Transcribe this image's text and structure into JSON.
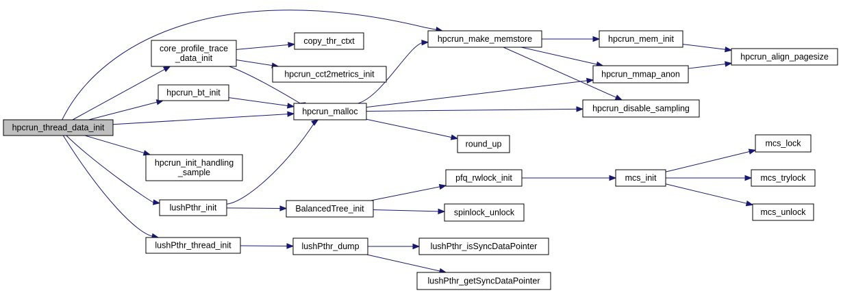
{
  "graph": {
    "edge_color": "#191970",
    "root_fill": "#bfbfbf",
    "nodes": [
      {
        "id": "hpcrun_thread_data_init",
        "lines": [
          "hpcrun_thread_data_init"
        ],
        "root": true
      },
      {
        "id": "core_profile_trace_data_init",
        "lines": [
          "core_profile_trace",
          "_data_init"
        ]
      },
      {
        "id": "hpcrun_bt_init",
        "lines": [
          "hpcrun_bt_init"
        ]
      },
      {
        "id": "hpcrun_init_handling_sample",
        "lines": [
          "hpcrun_init_handling",
          "_sample"
        ]
      },
      {
        "id": "lushPthr_init",
        "lines": [
          "lushPthr_init"
        ]
      },
      {
        "id": "lushPthr_thread_init",
        "lines": [
          "lushPthr_thread_init"
        ]
      },
      {
        "id": "copy_thr_ctxt",
        "lines": [
          "copy_thr_ctxt"
        ]
      },
      {
        "id": "hpcrun_cct2metrics_init",
        "lines": [
          "hpcrun_cct2metrics_init"
        ]
      },
      {
        "id": "hpcrun_malloc",
        "lines": [
          "hpcrun_malloc"
        ]
      },
      {
        "id": "BalancedTree_init",
        "lines": [
          "BalancedTree_init"
        ]
      },
      {
        "id": "lushPthr_dump",
        "lines": [
          "lushPthr_dump"
        ]
      },
      {
        "id": "hpcrun_make_memstore",
        "lines": [
          "hpcrun_make_memstore"
        ]
      },
      {
        "id": "round_up",
        "lines": [
          "round_up"
        ]
      },
      {
        "id": "pfq_rwlock_init",
        "lines": [
          "pfq_rwlock_init"
        ]
      },
      {
        "id": "spinlock_unlock",
        "lines": [
          "spinlock_unlock"
        ]
      },
      {
        "id": "lushPthr_isSyncDataPointer",
        "lines": [
          "lushPthr_isSyncDataPointer"
        ]
      },
      {
        "id": "lushPthr_getSyncDataPointer",
        "lines": [
          "lushPthr_getSyncDataPointer"
        ]
      },
      {
        "id": "hpcrun_mem_init",
        "lines": [
          "hpcrun_mem_init"
        ]
      },
      {
        "id": "hpcrun_mmap_anon",
        "lines": [
          "hpcrun_mmap_anon"
        ]
      },
      {
        "id": "hpcrun_disable_sampling",
        "lines": [
          "hpcrun_disable_sampling"
        ]
      },
      {
        "id": "mcs_init",
        "lines": [
          "mcs_init"
        ]
      },
      {
        "id": "hpcrun_align_pagesize",
        "lines": [
          "hpcrun_align_pagesize"
        ]
      },
      {
        "id": "mcs_lock",
        "lines": [
          "mcs_lock"
        ]
      },
      {
        "id": "mcs_trylock",
        "lines": [
          "mcs_trylock"
        ]
      },
      {
        "id": "mcs_unlock",
        "lines": [
          "mcs_unlock"
        ]
      }
    ],
    "edges": [
      [
        "hpcrun_thread_data_init",
        "hpcrun_make_memstore"
      ],
      [
        "hpcrun_thread_data_init",
        "core_profile_trace_data_init"
      ],
      [
        "hpcrun_thread_data_init",
        "hpcrun_bt_init"
      ],
      [
        "hpcrun_thread_data_init",
        "hpcrun_malloc"
      ],
      [
        "hpcrun_thread_data_init",
        "hpcrun_init_handling_sample"
      ],
      [
        "hpcrun_thread_data_init",
        "lushPthr_init"
      ],
      [
        "hpcrun_thread_data_init",
        "lushPthr_thread_init"
      ],
      [
        "core_profile_trace_data_init",
        "copy_thr_ctxt"
      ],
      [
        "core_profile_trace_data_init",
        "hpcrun_cct2metrics_init"
      ],
      [
        "core_profile_trace_data_init",
        "hpcrun_malloc"
      ],
      [
        "hpcrun_bt_init",
        "hpcrun_malloc"
      ],
      [
        "lushPthr_init",
        "hpcrun_malloc"
      ],
      [
        "lushPthr_init",
        "BalancedTree_init"
      ],
      [
        "lushPthr_thread_init",
        "lushPthr_dump"
      ],
      [
        "hpcrun_malloc",
        "hpcrun_make_memstore"
      ],
      [
        "hpcrun_malloc",
        "hpcrun_mmap_anon"
      ],
      [
        "hpcrun_malloc",
        "hpcrun_disable_sampling"
      ],
      [
        "hpcrun_malloc",
        "round_up"
      ],
      [
        "hpcrun_make_memstore",
        "hpcrun_mem_init"
      ],
      [
        "hpcrun_make_memstore",
        "hpcrun_mmap_anon"
      ],
      [
        "hpcrun_make_memstore",
        "hpcrun_disable_sampling"
      ],
      [
        "hpcrun_mem_init",
        "hpcrun_align_pagesize"
      ],
      [
        "hpcrun_mmap_anon",
        "hpcrun_align_pagesize"
      ],
      [
        "BalancedTree_init",
        "pfq_rwlock_init"
      ],
      [
        "BalancedTree_init",
        "spinlock_unlock"
      ],
      [
        "pfq_rwlock_init",
        "mcs_init"
      ],
      [
        "mcs_init",
        "mcs_lock"
      ],
      [
        "mcs_init",
        "mcs_trylock"
      ],
      [
        "mcs_init",
        "mcs_unlock"
      ],
      [
        "lushPthr_dump",
        "lushPthr_isSyncDataPointer"
      ],
      [
        "lushPthr_dump",
        "lushPthr_getSyncDataPointer"
      ]
    ]
  }
}
